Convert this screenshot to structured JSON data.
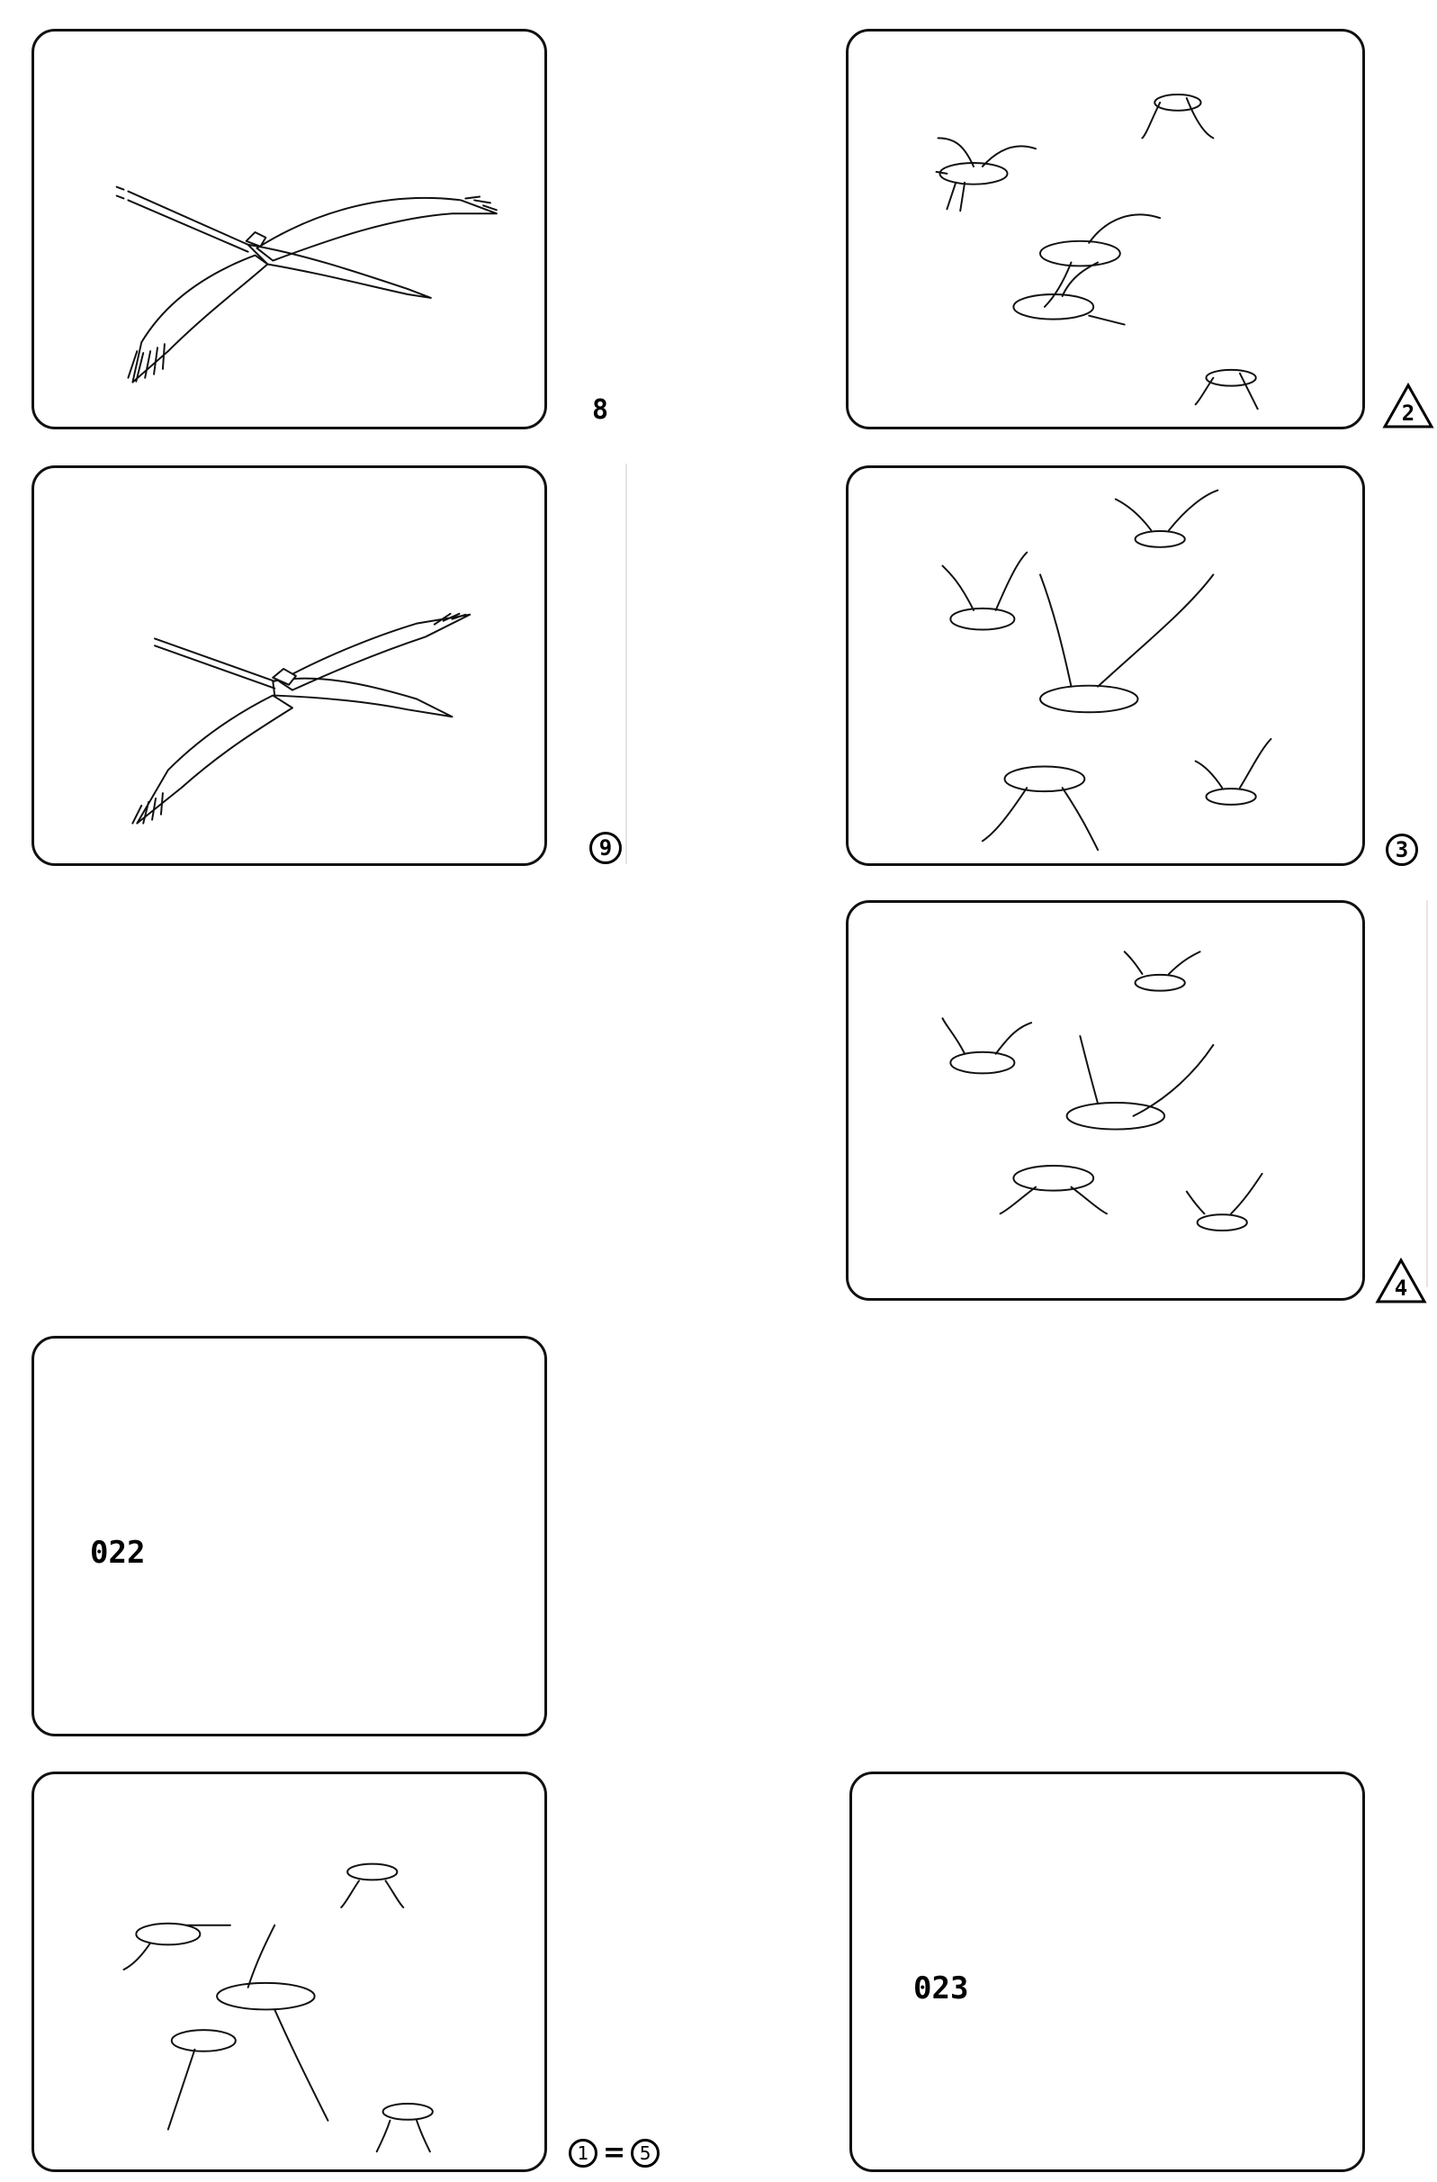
{
  "panels": [
    {
      "id": "crane-a",
      "subject": "crane",
      "marker": {
        "kind": "plain",
        "text": "8"
      }
    },
    {
      "id": "birds-a",
      "subject": "flock",
      "marker": {
        "kind": "triangle",
        "text": "2"
      }
    },
    {
      "id": "crane-b",
      "subject": "crane",
      "marker": {
        "kind": "circle",
        "text": "9"
      }
    },
    {
      "id": "birds-b",
      "subject": "flock",
      "marker": {
        "kind": "circle",
        "text": "3"
      }
    },
    {
      "id": "birds-c",
      "subject": "flock",
      "marker": {
        "kind": "triangle",
        "text": "4"
      }
    },
    {
      "id": "blank-a",
      "subject": "blank",
      "code": "022"
    },
    {
      "id": "birds-d",
      "subject": "flock",
      "marker": {
        "kind": "equation",
        "left": "1",
        "op": "=",
        "right": "5"
      }
    },
    {
      "id": "blank-b",
      "subject": "blank",
      "code": "023"
    }
  ],
  "colors": {
    "ink": "#111111",
    "paper": "#ffffff"
  },
  "icons": {
    "crane": "crane-drawing-icon",
    "bird": "bird-drawing-icon",
    "triangle": "triangle-marker-icon"
  }
}
